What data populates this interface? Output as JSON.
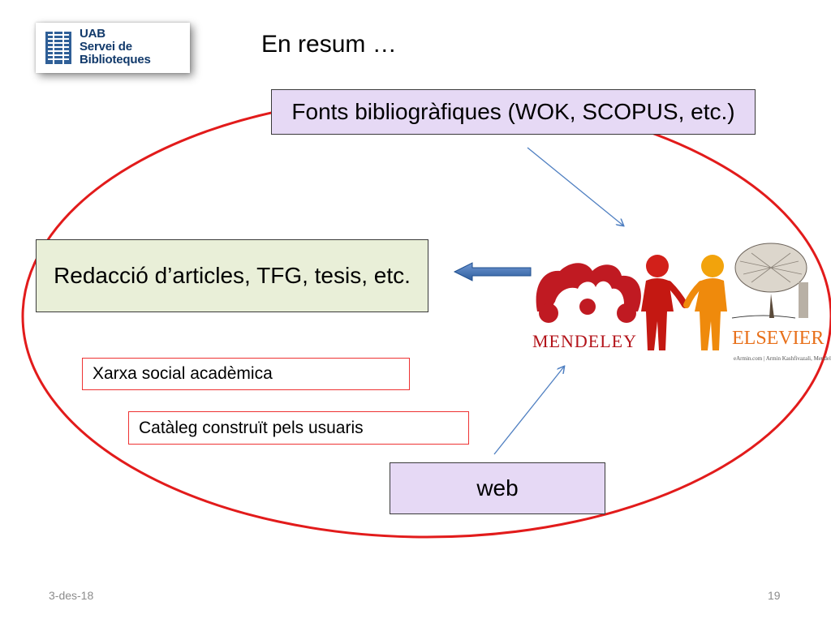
{
  "logo": {
    "line1": "UAB",
    "line2": "Servei de",
    "line3": "Biblioteques"
  },
  "slide": {
    "title": "En resum …"
  },
  "boxes": {
    "sources": "Fonts bibliogràfiques (WOK, SCOPUS, etc.)",
    "writing": "Redacció d’articles, TFG, tesis, etc.",
    "web": "web"
  },
  "features": {
    "social": "Xarxa social acadèmica",
    "catalog": "Catàleg construït pels usuaris"
  },
  "illustration": {
    "mendeley": "MENDELEY",
    "elsevier": "ELSEVIER",
    "credit": "eArmin.com | Armin Kashfivazali, Mendeley Adjunct"
  },
  "footer": {
    "date": "3-des-18",
    "page": "19"
  },
  "colors": {
    "ellipse": "#e21b1b",
    "purple_box": "#e6d9f5",
    "green_box": "#e9efd8",
    "arrow": "#4f7fc1",
    "mendeley_red": "#b3131a",
    "elsevier_orange": "#e8701a"
  }
}
